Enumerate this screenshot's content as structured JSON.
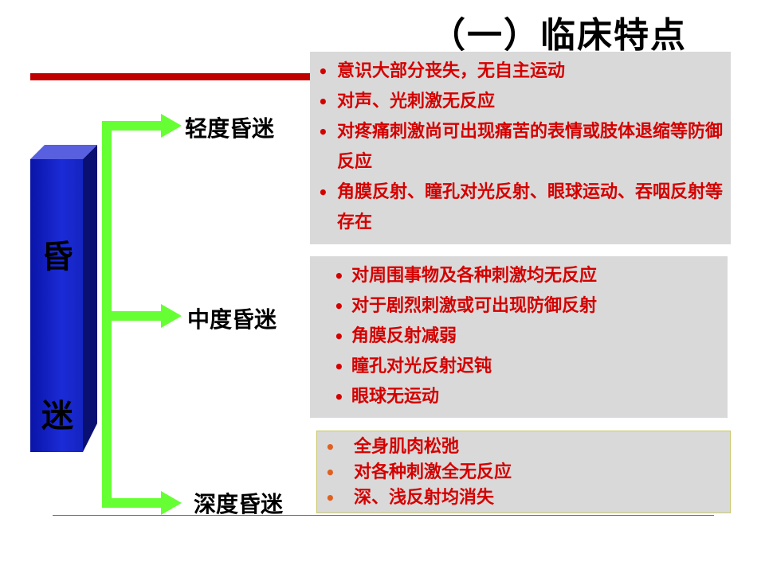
{
  "slide": {
    "title": "（一）临床特点",
    "main_label": [
      "昏",
      "迷"
    ],
    "levels": [
      {
        "label": "轻度昏迷",
        "items": [
          "意识大部分丧失，无自主运动",
          "对声、光刺激无反应",
          "对疼痛刺激尚可出现痛苦的表情或肢体退缩等防御反应",
          "角膜反射、瞳孔对光反射、眼球运动、吞咽反射等存在"
        ]
      },
      {
        "label": "中度昏迷",
        "items": [
          "对周围事物及各种刺激均无反应",
          "对于剧烈刺激或可出现防御反射",
          "角膜反射减弱",
          "瞳孔对光反射迟钝",
          "眼球无运动"
        ]
      },
      {
        "label": "深度昏迷",
        "items": [
          "全身肌肉松弛",
          "对各种刺激全无反应",
          "深、浅反射均消失"
        ]
      }
    ],
    "bullet_char": "•"
  },
  "colors": {
    "bullet_text": "#d40000",
    "box_fill": "#d9d9d9",
    "connector": "#66ff33",
    "bar": "#1424c0",
    "rule": "#c00000"
  }
}
